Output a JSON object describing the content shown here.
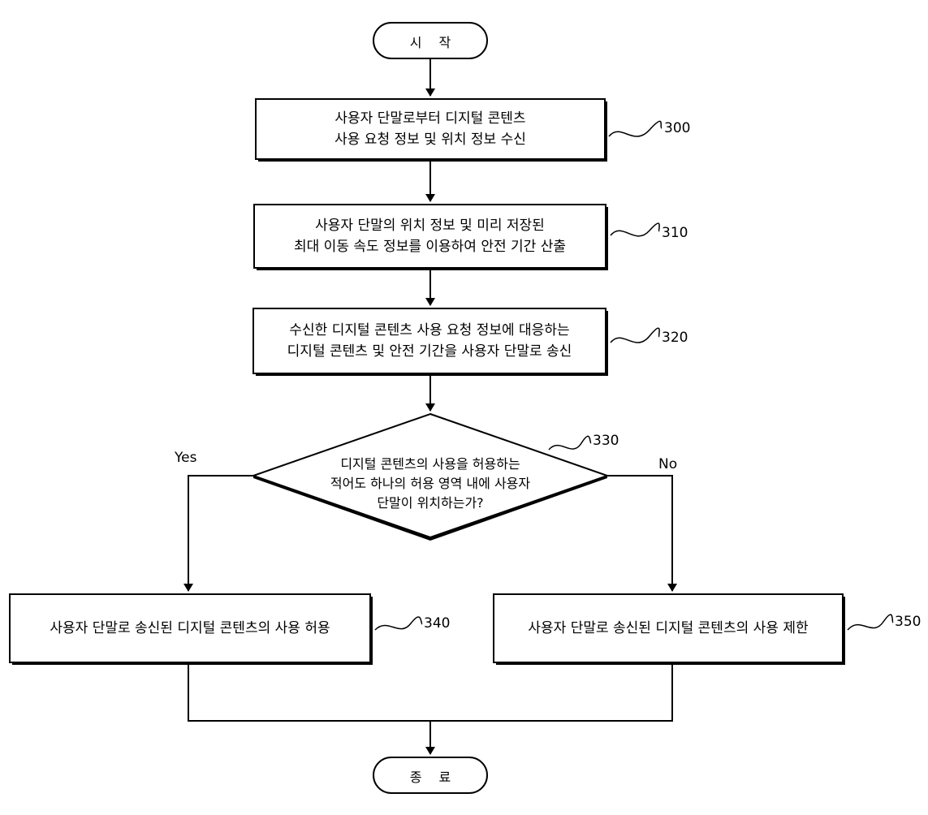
{
  "start": {
    "label": "시 작"
  },
  "end": {
    "label": "종 료"
  },
  "steps": [
    {
      "ref": "300",
      "lines": [
        "사용자 단말로부터 디지털 콘텐츠",
        "사용 요청 정보 및 위치 정보 수신"
      ]
    },
    {
      "ref": "310",
      "lines": [
        "사용자 단말의 위치 정보 및 미리 저장된",
        "최대 이동 속도 정보를 이용하여 안전 기간 산출"
      ]
    },
    {
      "ref": "320",
      "lines": [
        "수신한 디지털 콘텐츠 사용 요청 정보에 대응하는",
        "디지털 콘텐츠 및 안전 기간을 사용자 단말로 송신"
      ]
    }
  ],
  "decision": {
    "ref": "330",
    "lines": [
      "디지털 콘텐츠의 사용을 허용하는",
      "적어도 하나의 허용 영역 내에 사용자",
      "단말이 위치하는가?"
    ],
    "yes_label": "Yes",
    "no_label": "No"
  },
  "outcomes": {
    "yes": {
      "ref": "340",
      "text": "사용자 단말로 송신된 디지털 콘텐츠의 사용 허용"
    },
    "no": {
      "ref": "350",
      "text": "사용자 단말로 송신된 디지털 콘텐츠의 사용 제한"
    }
  }
}
